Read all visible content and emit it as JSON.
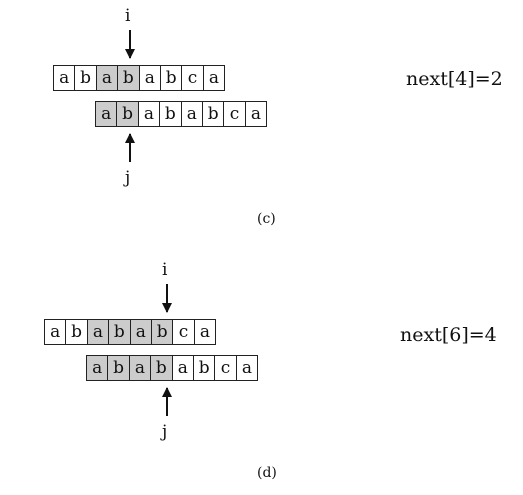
{
  "panels": [
    {
      "caption": "(c)",
      "i_label": "i",
      "j_label": "j",
      "next_text": "next[4]=2",
      "top_row": {
        "cells": [
          "a",
          "b",
          "a",
          "b",
          "a",
          "b",
          "c",
          "a"
        ],
        "highlighted": [
          false,
          false,
          true,
          true,
          false,
          false,
          false,
          false
        ]
      },
      "bottom_row": {
        "cells": [
          "a",
          "b",
          "a",
          "b",
          "a",
          "b",
          "c",
          "a"
        ],
        "highlighted": [
          true,
          true,
          false,
          false,
          false,
          false,
          false,
          false
        ]
      }
    },
    {
      "caption": "(d)",
      "i_label": "i",
      "j_label": "j",
      "next_text": "next[6]=4",
      "top_row": {
        "cells": [
          "a",
          "b",
          "a",
          "b",
          "a",
          "b",
          "c",
          "a"
        ],
        "highlighted": [
          false,
          false,
          true,
          true,
          true,
          true,
          false,
          false
        ]
      },
      "bottom_row": {
        "cells": [
          "a",
          "b",
          "a",
          "b",
          "a",
          "b",
          "c",
          "a"
        ],
        "highlighted": [
          true,
          true,
          true,
          true,
          false,
          false,
          false,
          false
        ]
      }
    }
  ],
  "colors": {
    "highlight": "#cccccc",
    "border": "#222222"
  }
}
